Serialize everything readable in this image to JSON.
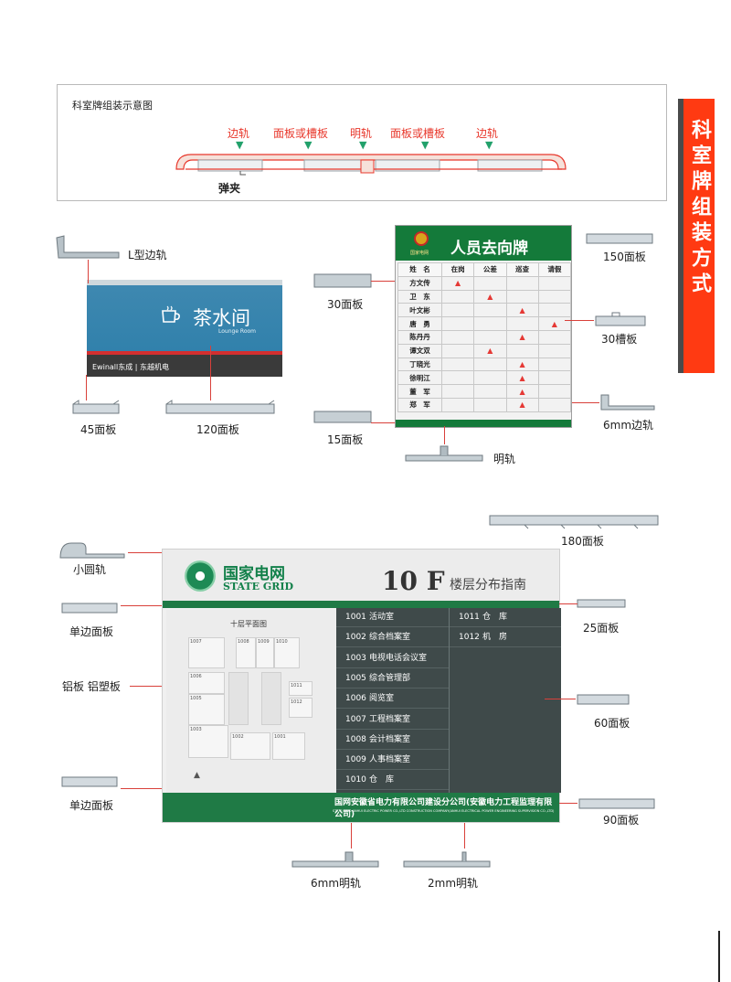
{
  "diagram": {
    "title": "科室牌组装示意图",
    "labels": {
      "edge_rail_left": "边轨",
      "panel_left": "面板或槽板",
      "open_rail": "明轨",
      "panel_right": "面板或槽板",
      "edge_rail_right": "边轨",
      "spring_clip": "弹夹"
    }
  },
  "side_banner": {
    "title": "科室牌组装方式"
  },
  "section1": {
    "parts": {
      "l_rail": "L型边轨",
      "p30": "30面板",
      "p45": "45面板",
      "p120": "120面板",
      "p150": "150面板",
      "g30": "30槽板",
      "r6": "6mm边轨",
      "p15": "15面板",
      "open_rail": "明轨"
    },
    "tea_sign": {
      "title": "茶水间",
      "subtitle": "Lounge Room",
      "brand": "Ewinall东成 | 东越机电"
    },
    "staff_board": {
      "title": "人员去向牌",
      "emblem_text": "国家电网",
      "headers": [
        "姓　名",
        "在岗",
        "公差",
        "巡查",
        "请假"
      ],
      "rows": [
        {
          "name": "方文传",
          "status": 0
        },
        {
          "name": "卫　东",
          "status": 1
        },
        {
          "name": "叶文彬",
          "status": 2
        },
        {
          "name": "唐　勇",
          "status": 3
        },
        {
          "name": "陈丹丹",
          "status": 2
        },
        {
          "name": "谭文双",
          "status": 1
        },
        {
          "name": "丁晓光",
          "status": 2
        },
        {
          "name": "徐明江",
          "status": 2
        },
        {
          "name": "董　军",
          "status": 2
        },
        {
          "name": "郑　军",
          "status": 2
        }
      ]
    }
  },
  "section2": {
    "parts": {
      "small_round": "小圆轨",
      "single_top": "单边面板",
      "alu_panel": "铝板 铝塑板",
      "single_bottom": "单边面板",
      "p180": "180面板",
      "p25": "25面板",
      "p60": "60面板",
      "p90": "90面板",
      "rail_6mm": "6mm明轨",
      "rail_2mm": "2mm明轨"
    },
    "floor_guide": {
      "company": "国家电网",
      "company_en": "STATE GRID",
      "floor_num": "10 F",
      "floor_title": "楼层分布指南",
      "plan_title": "十层平面图",
      "plan_rooms": [
        "1007",
        "1008",
        "1009",
        "1010",
        "1006",
        "1005",
        "1011",
        "1012",
        "1003",
        "1002",
        "1001"
      ],
      "rooms_left": [
        {
          "num": "1001",
          "name": "活动室"
        },
        {
          "num": "1002",
          "name": "综合档案室"
        },
        {
          "num": "1003",
          "name": "电视电话会议室"
        },
        {
          "num": "1005",
          "name": "综合管理部"
        },
        {
          "num": "1006",
          "name": "阅览室"
        },
        {
          "num": "1007",
          "name": "工程档案室"
        },
        {
          "num": "1008",
          "name": "会计档案室"
        },
        {
          "num": "1009",
          "name": "人事档案室"
        },
        {
          "num": "1010",
          "name": "仓　库"
        }
      ],
      "rooms_right": [
        {
          "num": "1011",
          "name": "仓　库"
        },
        {
          "num": "1012",
          "name": "机　房"
        }
      ],
      "footer_cn": "国网安徽省电力有限公司建设分公司(安徽电力工程监理有限公司)",
      "footer_en": "STATE GRID ANHUI ELECTRIC POWER CO.,LTD CONSTRUCTION COMPANY(ANHUI ELECTRICAL POWER ENGINEERING SUPERVISION CO.,LTD)"
    }
  },
  "colors": {
    "accent_red": "#e8382c",
    "banner_orange": "#ff3a12",
    "grid_green": "#1f7a45",
    "sign_blue": "#2c7eaa"
  }
}
